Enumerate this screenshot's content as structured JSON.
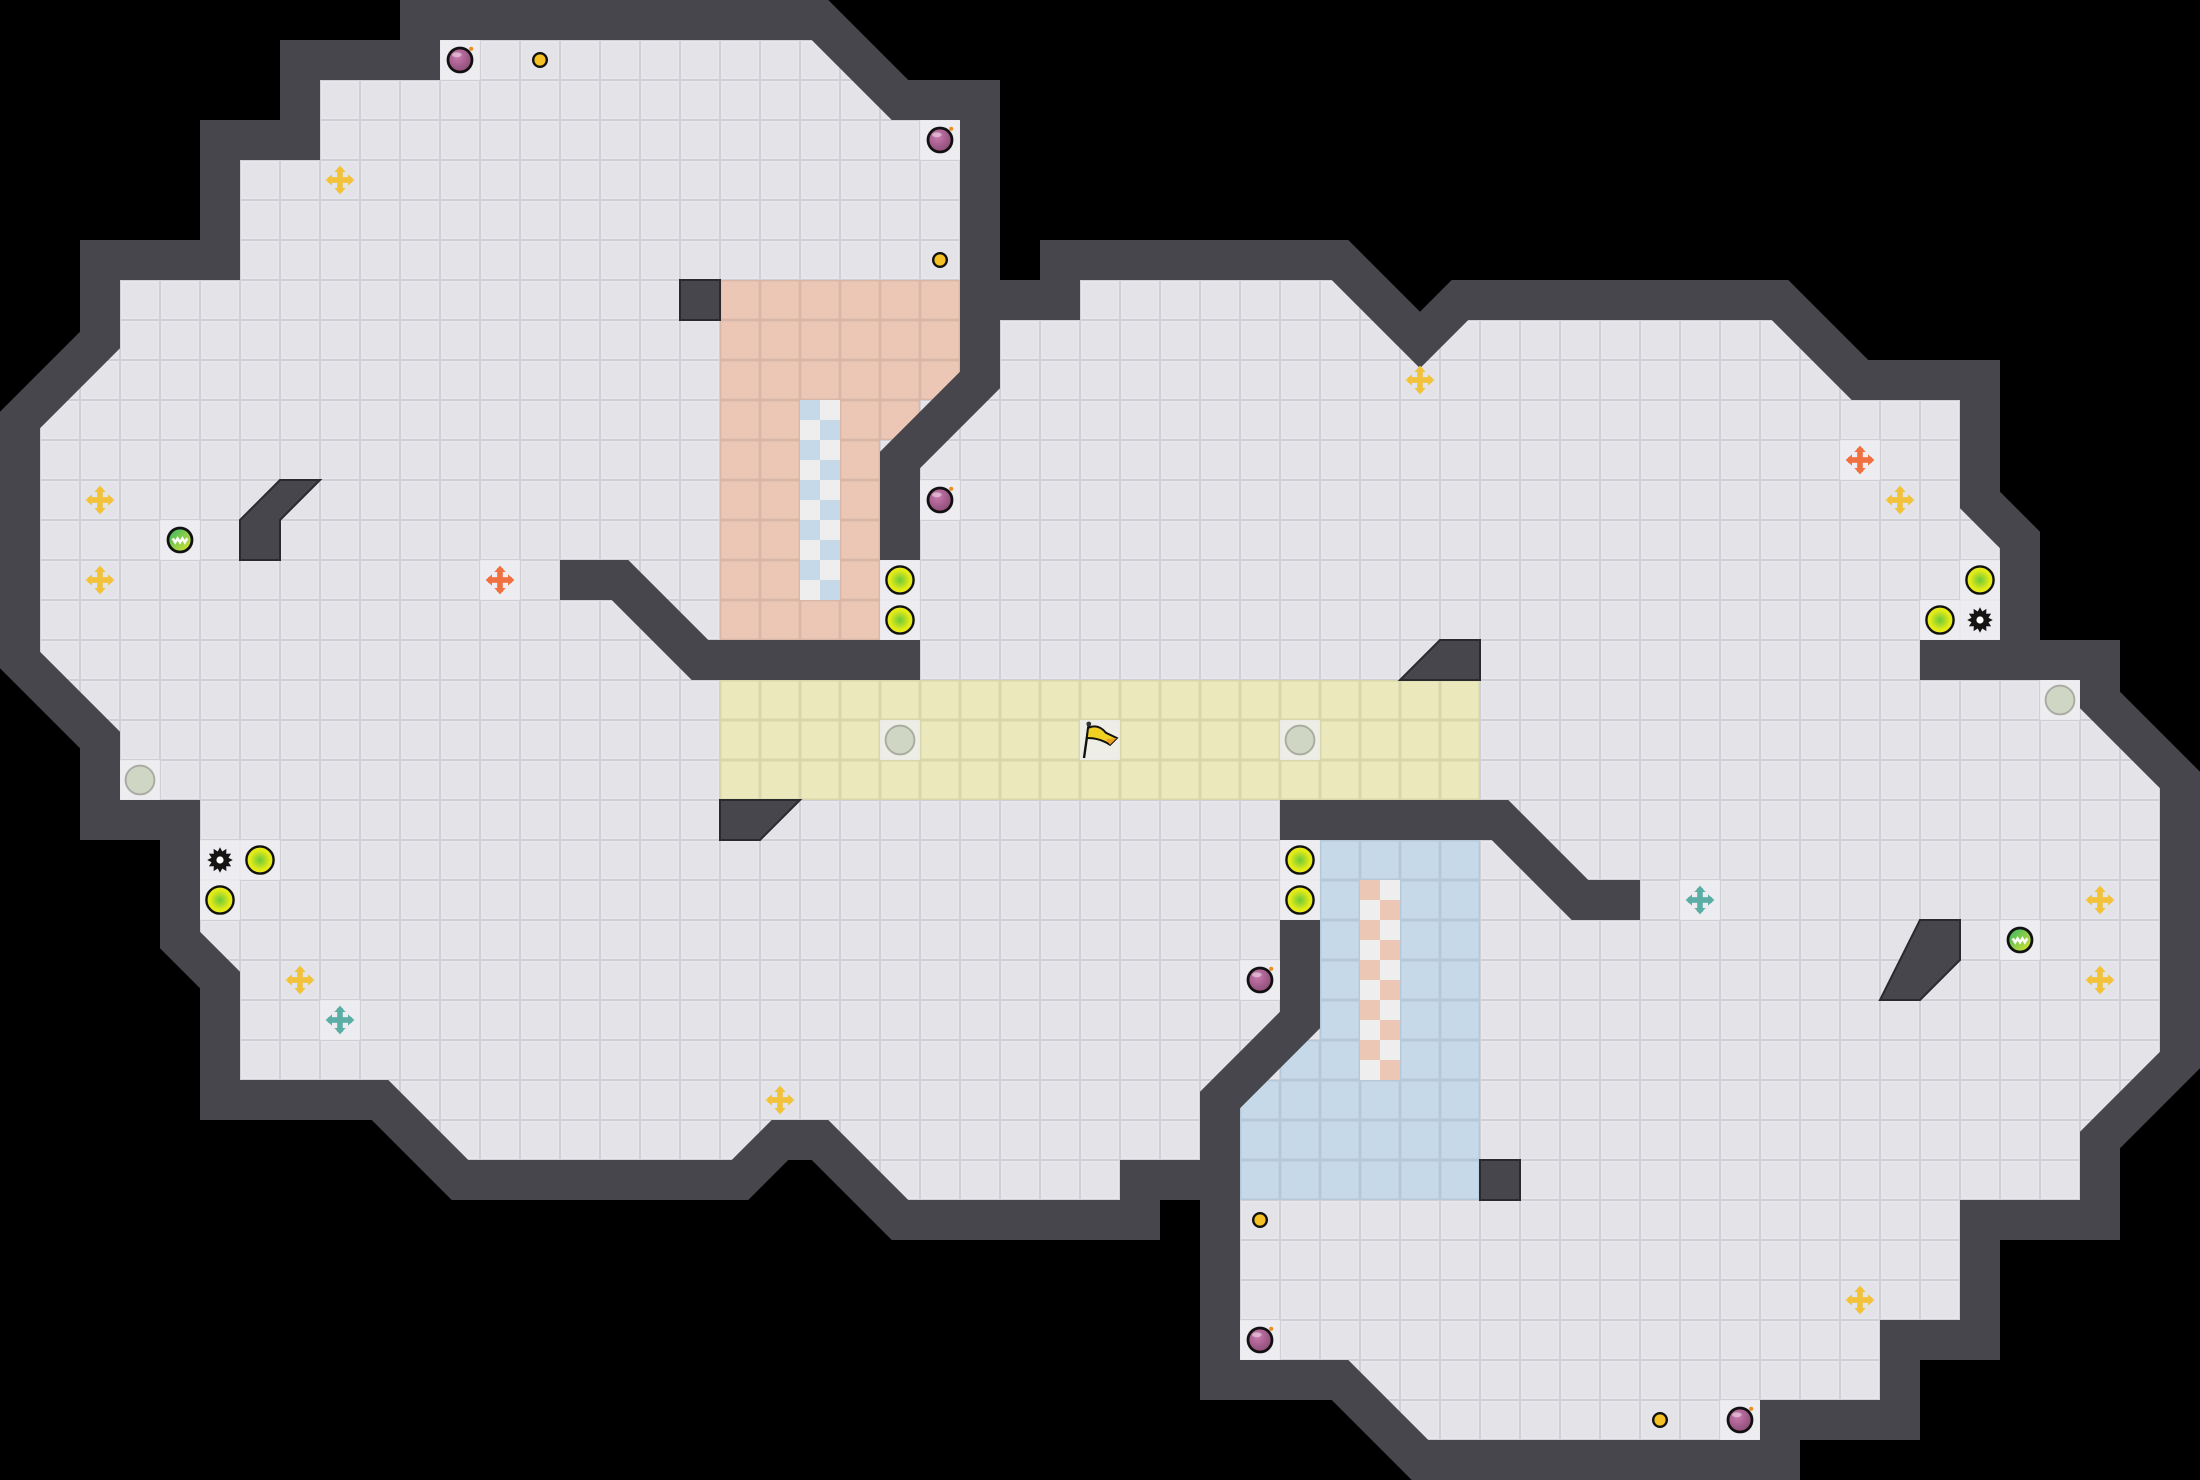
{
  "map": {
    "grid_columns": 55,
    "grid_rows": 37
  },
  "palette": {
    "background": "#000000",
    "floor": "#e3e3e8",
    "floor_highlight": "#efeff2",
    "grid_line": "#cfcfd6",
    "wall": "#46464c",
    "wall_edge": "#2a2a2e",
    "zone_salmon": "#ecc7b6",
    "zone_yellow": "#ebe8bb",
    "zone_blue": "#c5d9e9",
    "checker_light": "#eeeeee"
  },
  "entities": {
    "bomb": {
      "color": "#a45a90",
      "count": 6
    },
    "coin": {
      "color": "#f5c024",
      "count": 4
    },
    "cross_yellow": {
      "color": "#f2c23a",
      "count": 10
    },
    "cross_orange": {
      "color": "#f07040",
      "count": 2
    },
    "cross_teal": {
      "color": "#5aaea6",
      "count": 2
    },
    "lime_ball": {
      "color": "#dbe81a",
      "count": 8
    },
    "gear": {
      "color": "#151515",
      "count": 2
    },
    "striped_ball": {
      "color": "#4cbc5c",
      "count": 2
    },
    "gray_pad": {
      "color": "#cfd6c4",
      "count": 4
    },
    "flag": {
      "color": "#f0d020",
      "count": 1
    }
  }
}
